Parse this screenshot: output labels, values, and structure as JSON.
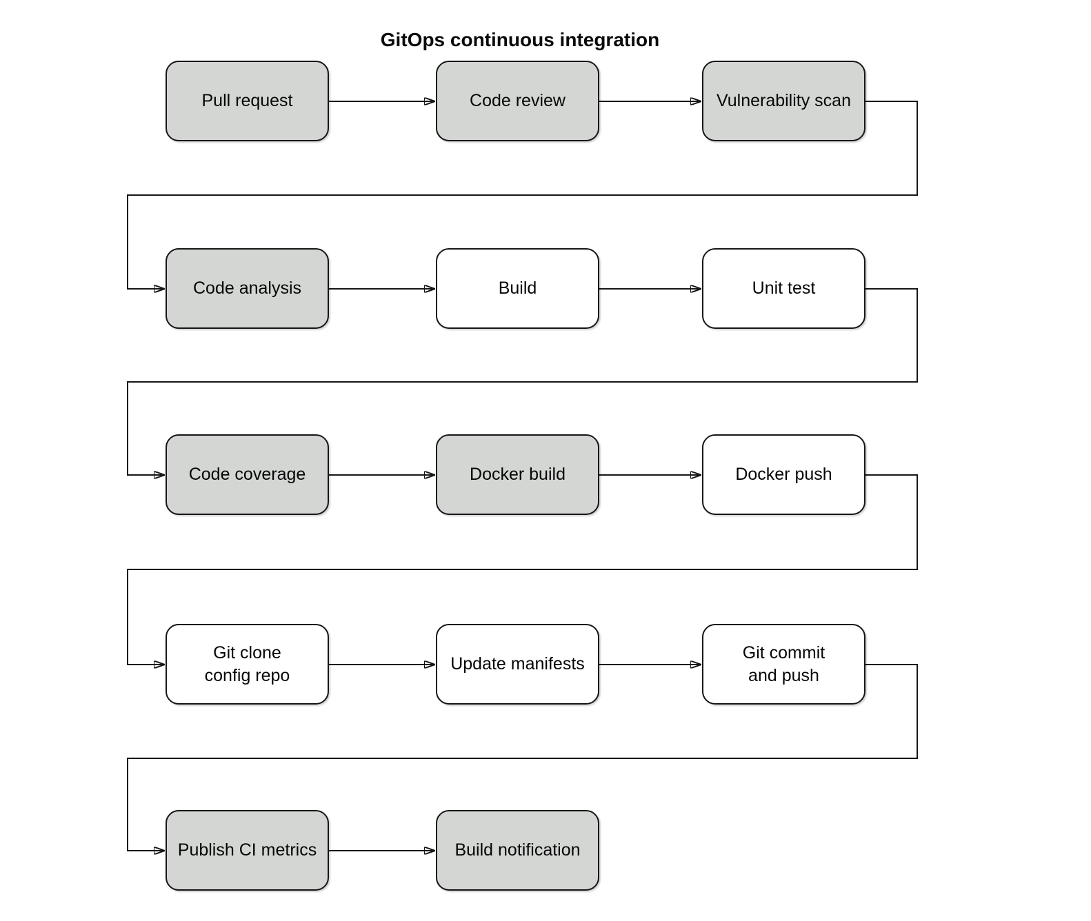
{
  "title": "GitOps continuous integration",
  "colors": {
    "shaded_node_fill": "#d3d6d3",
    "plain_node_fill": "#ffffff",
    "stroke": "#161616",
    "text": "#060606"
  },
  "nodes": [
    {
      "id": "pull-request",
      "label": "Pull request",
      "shaded": true
    },
    {
      "id": "code-review",
      "label": "Code review",
      "shaded": true
    },
    {
      "id": "vulnerability-scan",
      "label": "Vulnerability scan",
      "shaded": true
    },
    {
      "id": "code-analysis",
      "label": "Code analysis",
      "shaded": true
    },
    {
      "id": "build",
      "label": "Build",
      "shaded": false
    },
    {
      "id": "unit-test",
      "label": "Unit test",
      "shaded": false
    },
    {
      "id": "code-coverage",
      "label": "Code coverage",
      "shaded": true
    },
    {
      "id": "docker-build",
      "label": "Docker build",
      "shaded": true
    },
    {
      "id": "docker-push",
      "label": "Docker push",
      "shaded": false
    },
    {
      "id": "git-clone-config-repo",
      "label": "Git clone\nconfig repo",
      "shaded": false
    },
    {
      "id": "update-manifests",
      "label": "Update manifests",
      "shaded": false
    },
    {
      "id": "git-commit-and-push",
      "label": "Git commit\nand push",
      "shaded": false
    },
    {
      "id": "publish-ci-metrics",
      "label": "Publish CI metrics",
      "shaded": true
    },
    {
      "id": "build-notification",
      "label": "Build notification",
      "shaded": true
    }
  ],
  "edges": [
    {
      "from": "pull-request",
      "to": "code-review"
    },
    {
      "from": "code-review",
      "to": "vulnerability-scan"
    },
    {
      "from": "vulnerability-scan",
      "to": "code-analysis"
    },
    {
      "from": "code-analysis",
      "to": "build"
    },
    {
      "from": "build",
      "to": "unit-test"
    },
    {
      "from": "unit-test",
      "to": "code-coverage"
    },
    {
      "from": "code-coverage",
      "to": "docker-build"
    },
    {
      "from": "docker-build",
      "to": "docker-push"
    },
    {
      "from": "docker-push",
      "to": "git-clone-config-repo"
    },
    {
      "from": "git-clone-config-repo",
      "to": "update-manifests"
    },
    {
      "from": "update-manifests",
      "to": "git-commit-and-push"
    },
    {
      "from": "git-commit-and-push",
      "to": "publish-ci-metrics"
    },
    {
      "from": "publish-ci-metrics",
      "to": "build-notification"
    }
  ]
}
